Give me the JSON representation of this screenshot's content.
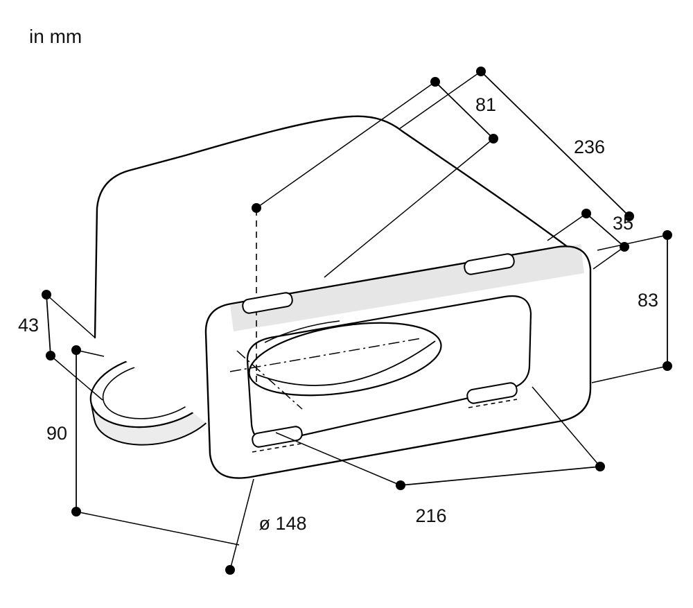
{
  "page": {
    "unit_note": "in mm"
  },
  "dimensions": {
    "d81": "81",
    "d236": "236",
    "d35": "35",
    "d83": "83",
    "d43": "43",
    "d90": "90",
    "d148": "ø 148",
    "d216": "216"
  },
  "colors": {
    "line": "#000000",
    "shade": "#e6e6e6",
    "background": "#ffffff"
  }
}
